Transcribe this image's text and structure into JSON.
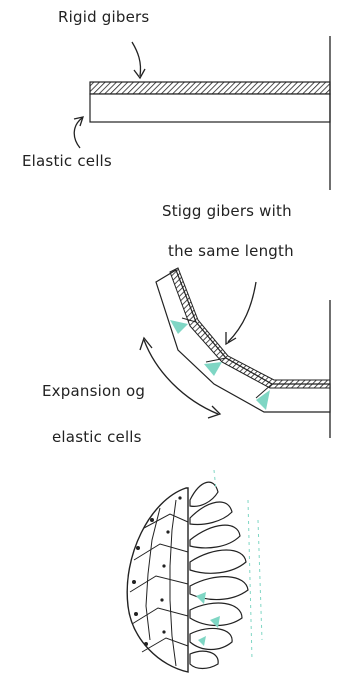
{
  "labels": {
    "rigid_fibers": "Rigid gibers",
    "elastic_cells": "Elastic cells",
    "stiff_fibers_line1": "Stigg gibers with",
    "stiff_fibers_line2": "the same length",
    "expansion_line1": "Expansion og",
    "expansion_line2": "elastic cells"
  },
  "colors": {
    "ink": "#222222",
    "accent": "#7fd6c4"
  }
}
